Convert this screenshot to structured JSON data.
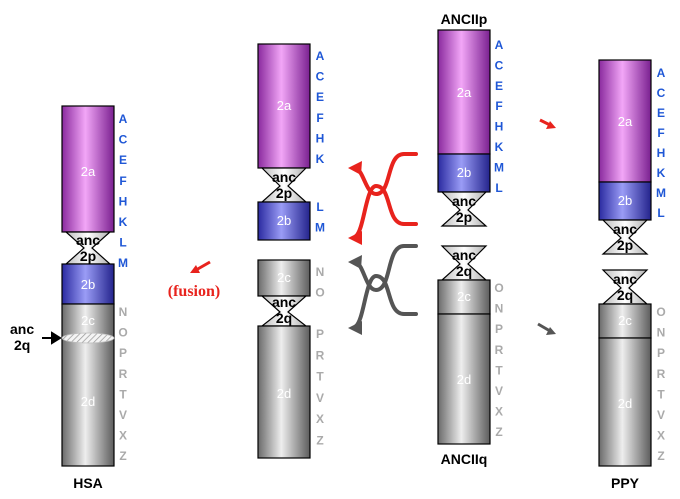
{
  "colors": {
    "purple": "#c05ad6",
    "blue": "#5a5ae0",
    "gray": "#a8a8a8",
    "letter_blue": "#1f57d6",
    "letter_gray": "#aaaaaa",
    "red_arrow": "#e8231d",
    "gray_arrow": "#555555"
  },
  "titles": {
    "hsa": "HSA",
    "ppy": "PPY",
    "anc2p": "ANCIIp",
    "anc2q": "ANCIIq"
  },
  "fusion_label": "(fusion)",
  "pointer_label": {
    "line1": "anc",
    "line2": "2q"
  },
  "segments": {
    "s2a": "2a",
    "s2b": "2b",
    "s2c": "2c",
    "s2d": "2d"
  },
  "centromeres": {
    "p": {
      "line1": "anc",
      "line2": "2p"
    },
    "q": {
      "line1": "anc",
      "line2": "2q"
    }
  },
  "letters": {
    "hsa_blue": [
      "A",
      "C",
      "E",
      "F",
      "H",
      "K",
      "L",
      "M"
    ],
    "hsa_gray": [
      "N",
      "O",
      "P",
      "R",
      "T",
      "V",
      "X",
      "Z"
    ],
    "mid_blue1": [
      "A",
      "C",
      "E",
      "F",
      "H",
      "K"
    ],
    "mid_blue2": [
      "L",
      "M"
    ],
    "mid_gray1": [
      "N",
      "O"
    ],
    "mid_gray2": [
      "P",
      "R",
      "T",
      "V",
      "X",
      "Z"
    ],
    "anc_blue": [
      "A",
      "C",
      "E",
      "F",
      "H",
      "K",
      "M",
      "L"
    ],
    "anc_gray": [
      "O",
      "N",
      "P",
      "R",
      "T",
      "V",
      "X",
      "Z"
    ],
    "ppy_blue": [
      "A",
      "C",
      "E",
      "F",
      "H",
      "K",
      "M",
      "L"
    ],
    "ppy_gray": [
      "O",
      "N",
      "P",
      "R",
      "T",
      "V",
      "X",
      "Z"
    ]
  }
}
